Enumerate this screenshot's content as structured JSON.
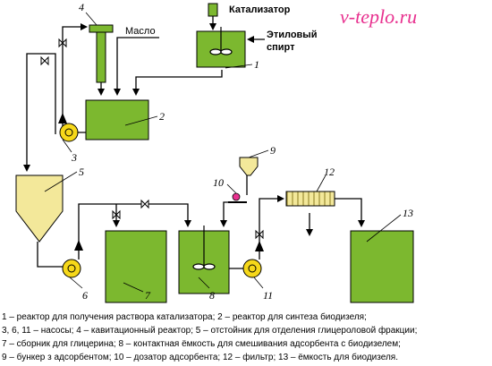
{
  "watermark": "v-teplo.ru",
  "labels": {
    "catalyst": "Катализатор",
    "oil": "Масло",
    "ethanol_line1": "Этиловый",
    "ethanol_line2": "спирт"
  },
  "numbers": [
    "1",
    "2",
    "3",
    "4",
    "5",
    "6",
    "7",
    "8",
    "9",
    "10",
    "11",
    "12",
    "13"
  ],
  "legend": [
    "1 – реактор для получения раствора катализатора; 2 – реактор для синтеза биодизеля;",
    "3, 6, 11 – насосы; 4 – кавитационный реактор; 5 – отстойник для отделения глицероловой фракции;",
    "7 – сборник для глицерина; 8 – контактная ёмкость для смешивания адсорбента с биодизелем;",
    "9 – бункер з адсорбентом; 10 – дозатор адсорбента; 12 – фильтр; 13 – ёмкость для биодизеля."
  ],
  "colors": {
    "tank_fill": "#7cb82f",
    "pump_fill": "#f6d81a",
    "hopper_fill": "#f3e89a",
    "watermark": "#e8318f",
    "line": "#000000"
  }
}
